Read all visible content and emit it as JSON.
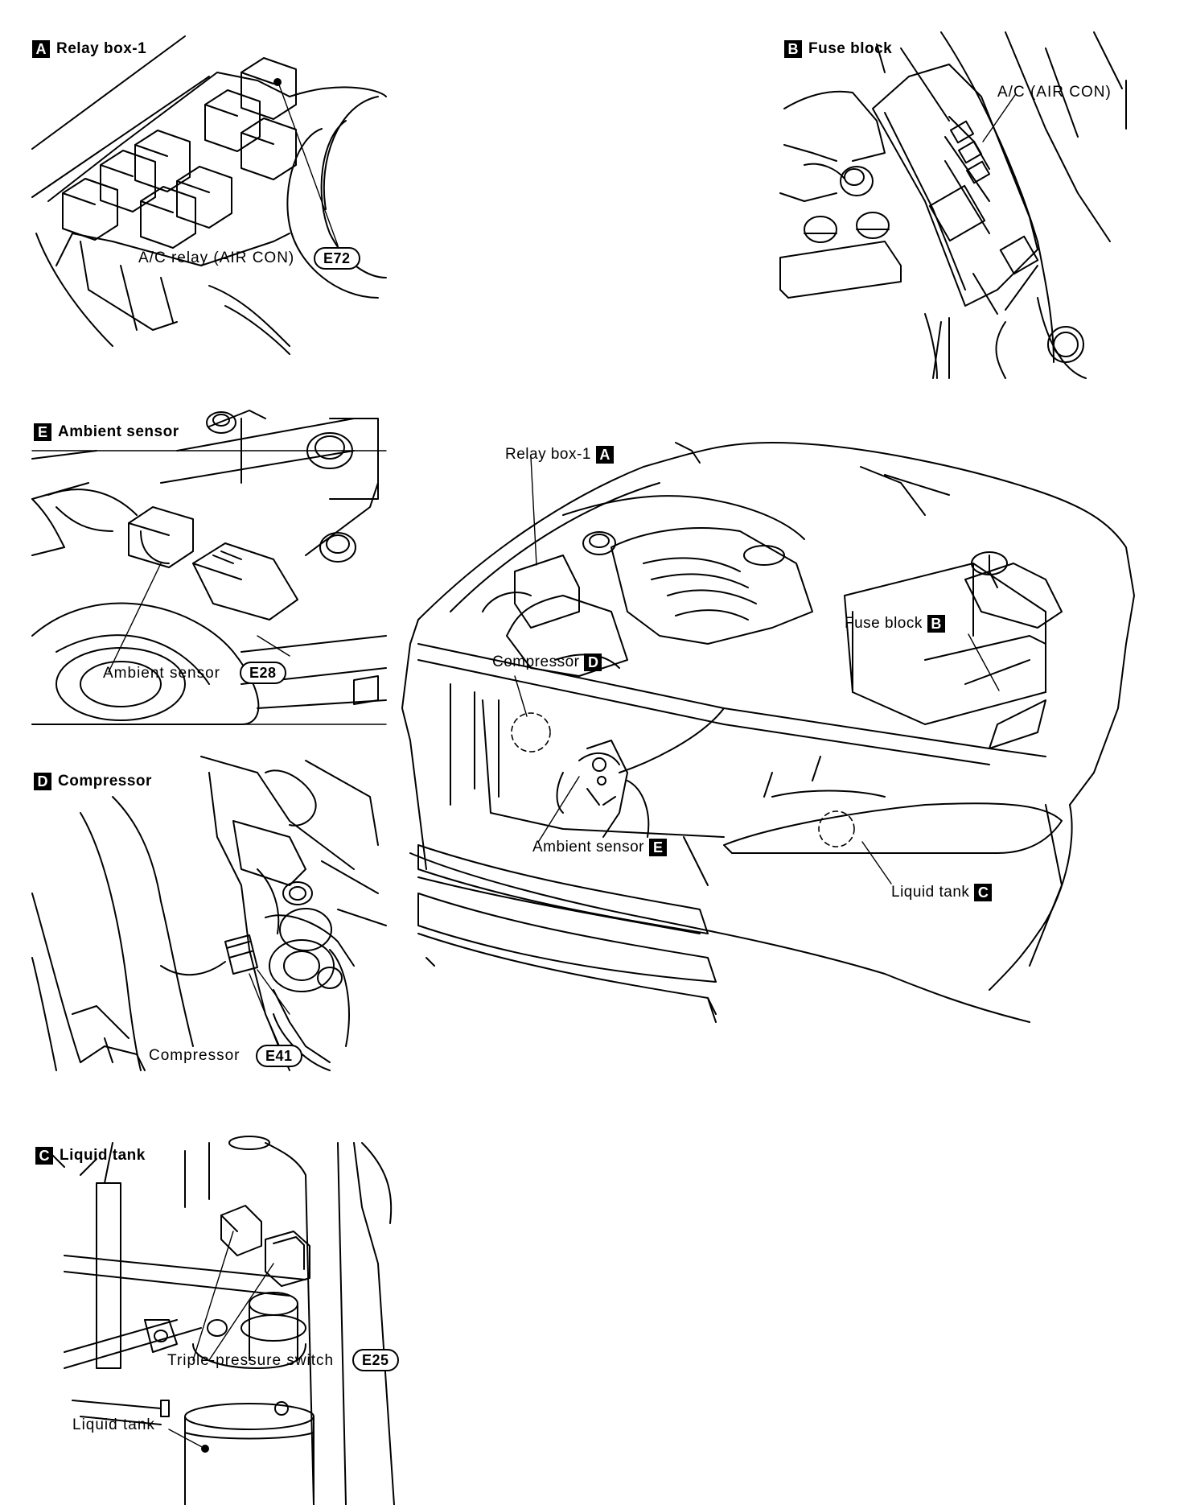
{
  "panels": {
    "relay_box": {
      "key": "A",
      "title": "Relay box-1",
      "callout_label": "A/C relay (AIR CON)",
      "connector": "E72"
    },
    "fuse_block": {
      "key": "B",
      "title": "Fuse block",
      "callout_label": "A/C (AIR CON)"
    },
    "ambient_sensor": {
      "key": "E",
      "title": "Ambient sensor",
      "callout_label": "Ambient sensor",
      "connector": "E28"
    },
    "compressor": {
      "key": "D",
      "title": "Compressor",
      "callout_label": "Compressor",
      "connector": "E41"
    },
    "liquid_tank": {
      "key": "C",
      "title": "Liquid tank",
      "switch_label": "Triple-pressure switch",
      "connector": "E25",
      "tank_label": "Liquid tank"
    }
  },
  "overview": {
    "relay_box": {
      "label": "Relay box-1",
      "key": "A"
    },
    "fuse_block": {
      "label": "Fuse block",
      "key": "B"
    },
    "compressor": {
      "label": "Compressor",
      "key": "D"
    },
    "ambient_sensor": {
      "label": "Ambient sensor",
      "key": "E"
    },
    "liquid_tank": {
      "label": "Liquid tank",
      "key": "C"
    }
  }
}
